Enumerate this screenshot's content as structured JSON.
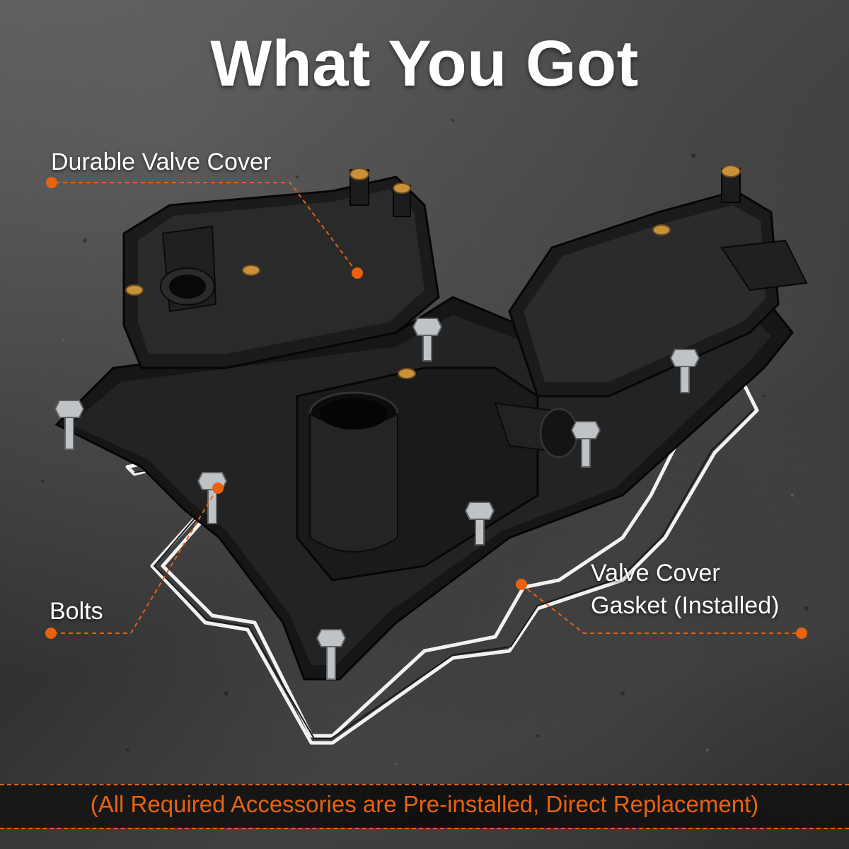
{
  "headline": "What You Got",
  "callouts": {
    "valve_cover": "Durable Valve Cover",
    "bolts": "Bolts",
    "gasket_line1": "Valve Cover",
    "gasket_line2": "Gasket (Installed)"
  },
  "footer": "(All Required Accessories are Pre-installed, Direct Replacement)",
  "colors": {
    "accent": "#e8620f",
    "text": "#ffffff",
    "background": "#3a3a3a"
  }
}
